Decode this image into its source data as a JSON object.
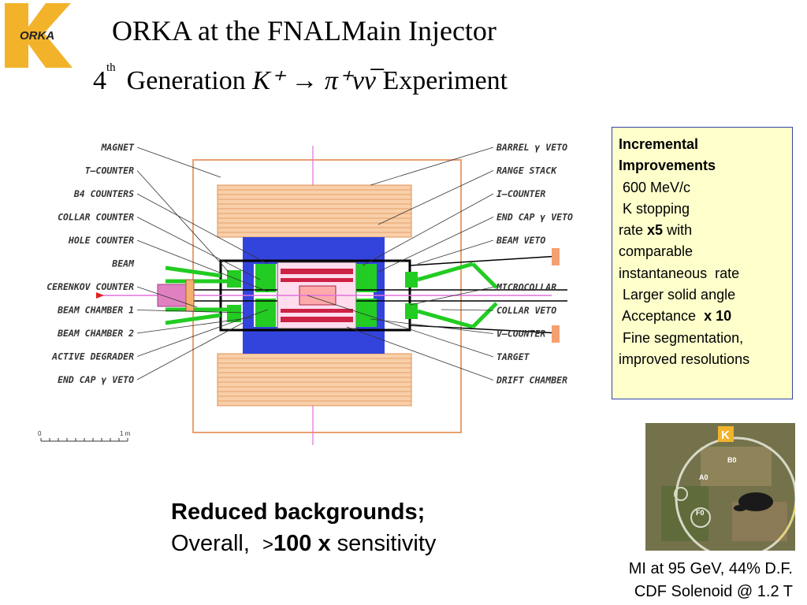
{
  "logo": {
    "letter": "K",
    "text": "ORKA",
    "color": "#f2b32b"
  },
  "title": {
    "line1": "ORKA at the FNALMain Injector",
    "line2_num": "4",
    "line2_sup": "th",
    "line2_word": "Generation",
    "line2_formula": "K⁺ → π⁺νν̅",
    "line2_end": "Experiment"
  },
  "diagram": {
    "left_labels": [
      "MAGNET",
      "T–COUNTER",
      "B4 COUNTERS",
      "COLLAR COUNTER",
      "HOLE COUNTER",
      "BEAM",
      "CERENKOV COUNTER",
      "BEAM CHAMBER 1",
      "BEAM CHAMBER 2",
      "ACTIVE DEGRADER",
      "END CAP γ  VETO"
    ],
    "right_labels": [
      "BARREL γ  VETO",
      "RANGE STACK",
      "I–COUNTER",
      "END CAP γ  VETO",
      "BEAM VETO",
      "MICROCOLLAR",
      "COLLAR VETO",
      "V–COUNTER",
      "TARGET",
      "DRIFT CHAMBER"
    ],
    "scale_start": "0",
    "scale_end": "1 m"
  },
  "info": {
    "heading1": "Incremental",
    "heading2": "Improvements",
    "l1": " 600 MeV/c",
    "l2": " K stopping",
    "l3a": "rate ",
    "l3b": "x5",
    "l3c": " with",
    "l4": "comparable",
    "l5": "instantaneous  rate",
    "l6": " Larger solid angle",
    "l7a": " Acceptance  ",
    "l7b": "x 10",
    "l8": " Fine segmentation,",
    "l9": "improved resolutions"
  },
  "aerial": {
    "labels": [
      "B0",
      "A0",
      "F0"
    ],
    "logo_letter": "K"
  },
  "caption": {
    "line1": "MI at 95 GeV, 44% D.F.",
    "line2": "CDF Solenoid @ 1.2 T"
  },
  "bottom": {
    "line1": "Reduced backgrounds;",
    "line2a": "Overall,  ",
    "line2b": ">",
    "line2c": "100 x",
    "line2d": " sensitivity"
  },
  "colors": {
    "magnet_block": "#3344dd",
    "range_stack": "#f5b98a",
    "detector_green": "#22cc22",
    "info_bg": "#ffffcc",
    "info_border": "#3344aa"
  }
}
